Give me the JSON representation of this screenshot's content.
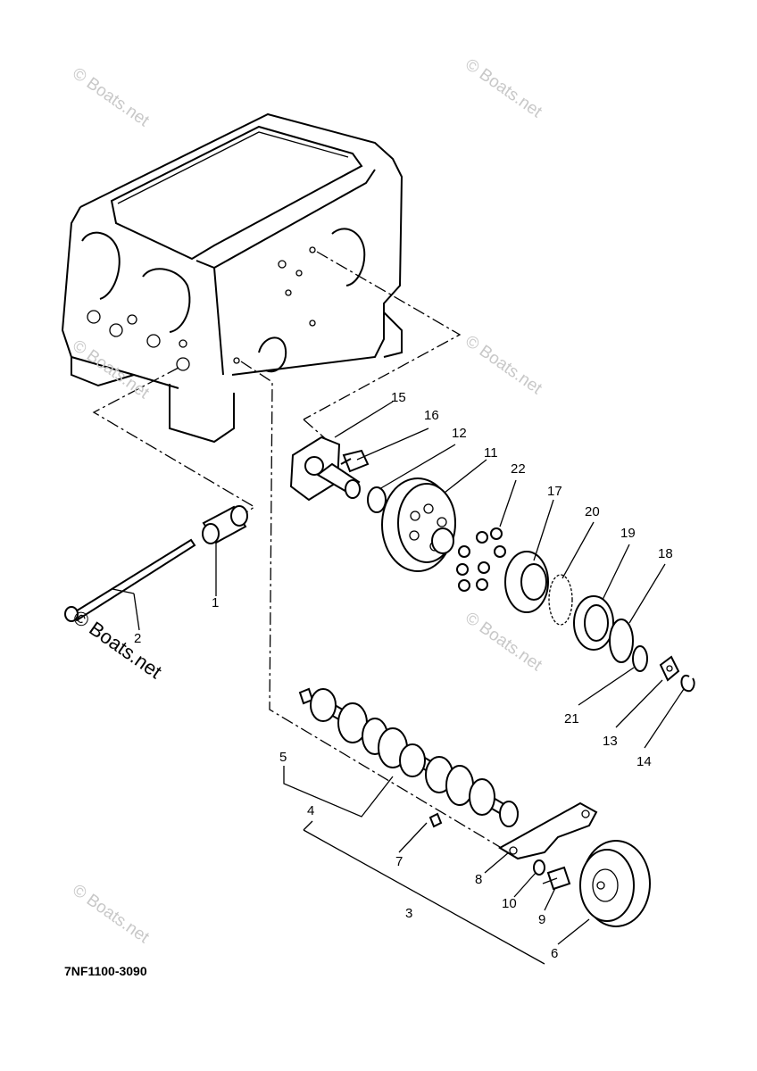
{
  "diagram": {
    "part_code": "7NF1100-3090",
    "watermarks": [
      "© Boats.net",
      "© Boats.net",
      "© Boats.net",
      "© Boats.net",
      "© Boats.net",
      "© Boats.net",
      "© Boats.net"
    ],
    "labels": {
      "p1": "1",
      "p2": "2",
      "p3": "3",
      "p4": "4",
      "p5": "5",
      "p6": "6",
      "p7": "7",
      "p8": "8",
      "p9": "9",
      "p10": "10",
      "p11": "11",
      "p12": "12",
      "p13": "13",
      "p14": "14",
      "p15": "15",
      "p16": "16",
      "p17": "17",
      "p18": "18",
      "p19": "19",
      "p20": "20",
      "p21": "21",
      "p22": "22"
    }
  }
}
